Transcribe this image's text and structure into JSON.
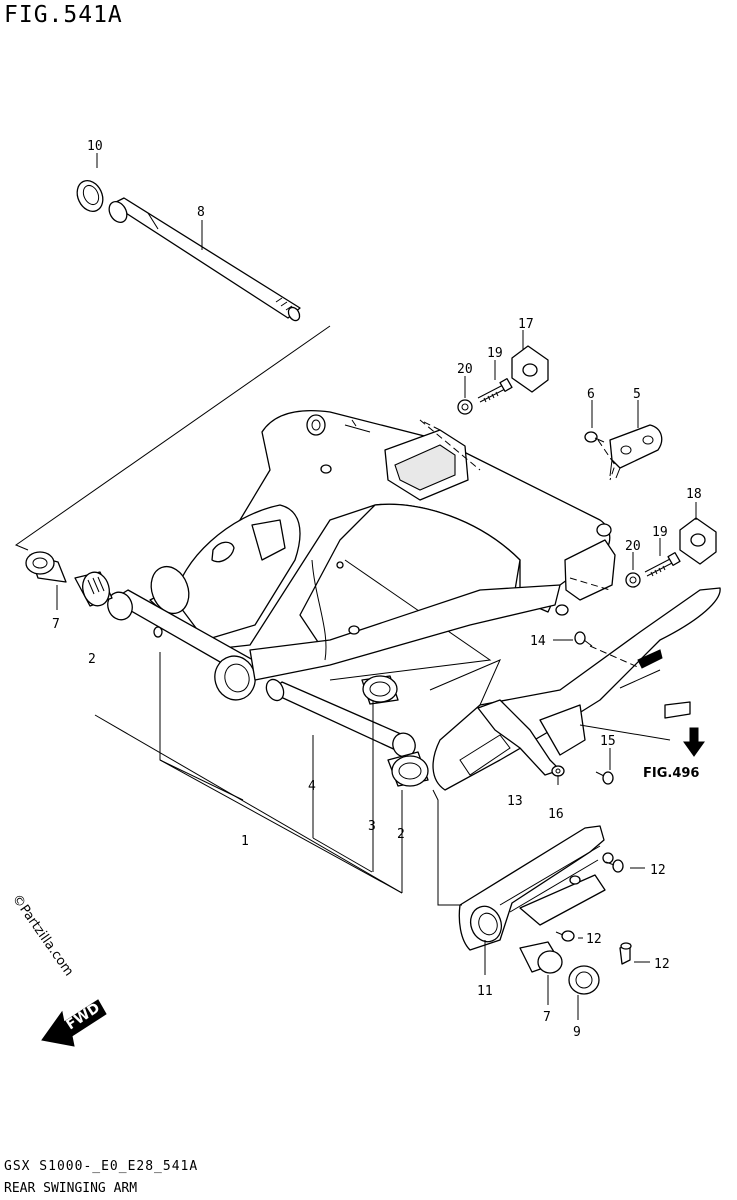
{
  "figure": {
    "title": "FIG.541A",
    "footer_code": "GSX S1000-_E0_E28_541A",
    "footer_name": "REAR SWINGING ARM"
  },
  "watermark": "©Partzilla.com",
  "fwd_label": "FWD",
  "reference": {
    "label": "FIG.496"
  },
  "callouts": {
    "c1": "1",
    "c2a": "2",
    "c2b": "2",
    "c3": "3",
    "c4": "4",
    "c5": "5",
    "c6": "6",
    "c7a": "7",
    "c7b": "7",
    "c8": "8",
    "c9": "9",
    "c10": "10",
    "c11": "11",
    "c12a": "12",
    "c12b": "12",
    "c12c": "12",
    "c13": "13",
    "c14": "14",
    "c15": "15",
    "c16": "16",
    "c17": "17",
    "c18": "18",
    "c19a": "19",
    "c19b": "19",
    "c20a": "20",
    "c20b": "20"
  },
  "parts": [
    {
      "id": "swingarm",
      "icon": "swingarm-icon"
    },
    {
      "id": "axle",
      "icon": "axle-shaft-icon"
    },
    {
      "id": "chain-guard",
      "icon": "chain-guard-icon"
    },
    {
      "id": "chain-case",
      "icon": "chain-case-icon"
    },
    {
      "id": "bearing",
      "icon": "needle-bearing-icon"
    },
    {
      "id": "spacer",
      "icon": "spacer-icon"
    },
    {
      "id": "bolt",
      "icon": "bolt-icon"
    },
    {
      "id": "nut",
      "icon": "nut-icon"
    },
    {
      "id": "adjuster-block",
      "icon": "adjuster-block-icon"
    }
  ]
}
